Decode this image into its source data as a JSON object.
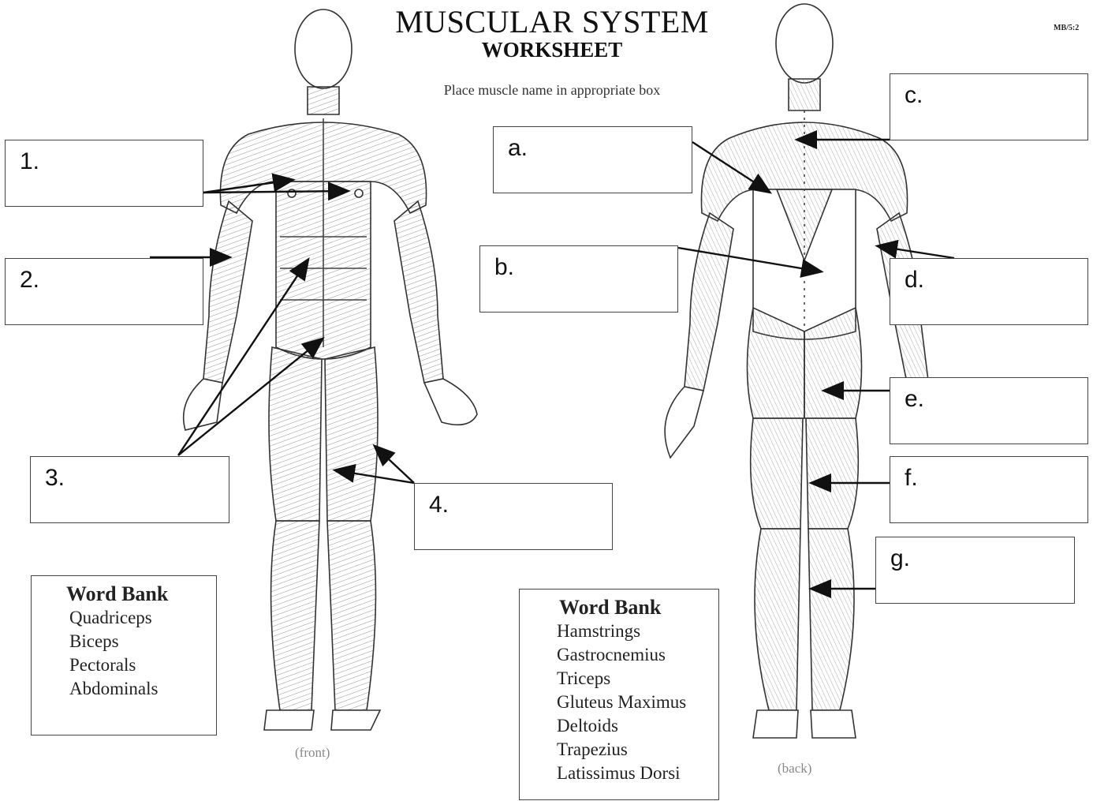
{
  "header": {
    "title": "MUSCULAR SYSTEM",
    "subtitle": "WORKSHEET",
    "instruction": "Place muscle name in appropriate box",
    "code": "MB/5:2"
  },
  "front_labels": [
    "1.",
    "2.",
    "3.",
    "4."
  ],
  "back_labels": [
    "a.",
    "b.",
    "c.",
    "d.",
    "e.",
    "f.",
    "g."
  ],
  "word_bank_front": {
    "heading": "Word Bank",
    "items": [
      "Quadriceps",
      "Biceps",
      "Pectorals",
      "Abdominals"
    ]
  },
  "word_bank_back": {
    "heading": "Word Bank",
    "items": [
      "Hamstrings",
      "Gastrocnemius",
      "Triceps",
      "Gluteus Maximus",
      "Deltoids",
      "Trapezius",
      "Latissimus Dorsi"
    ]
  },
  "captions": {
    "front": "(front)",
    "back": "(back)"
  }
}
